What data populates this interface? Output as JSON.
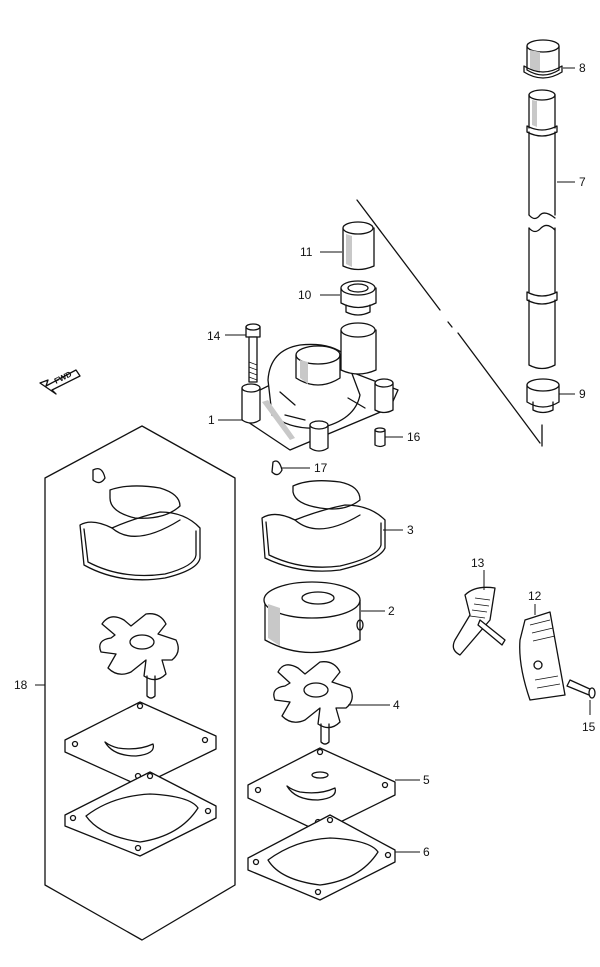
{
  "diagram": {
    "forward_marker_text": "FWD",
    "callouts": [
      "1",
      "2",
      "3",
      "4",
      "5",
      "6",
      "7",
      "8",
      "9",
      "10",
      "11",
      "12",
      "13",
      "14",
      "15",
      "16",
      "17",
      "18"
    ]
  }
}
